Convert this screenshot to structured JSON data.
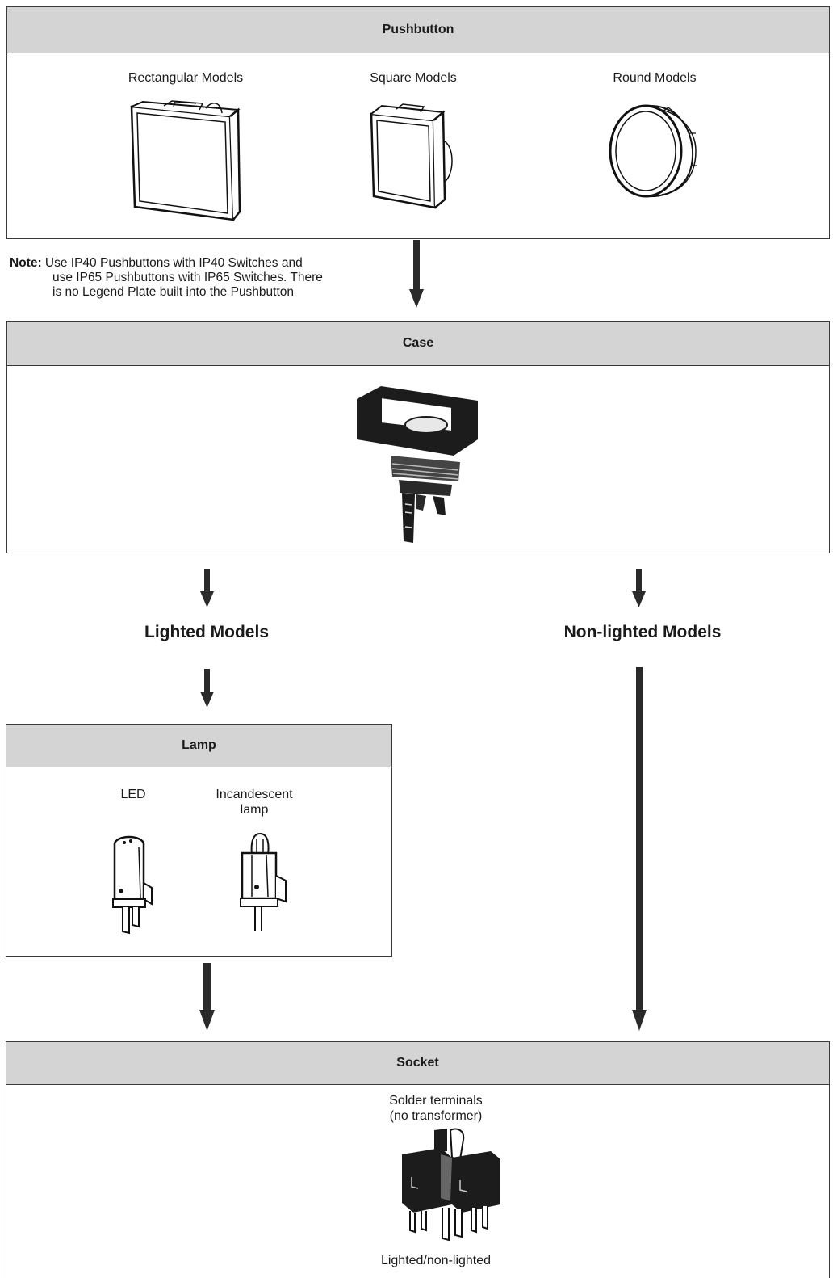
{
  "pushbutton": {
    "title": "Pushbutton",
    "models": [
      {
        "label": "Rectangular Models",
        "icon": "rectangular-pushbutton-illustration"
      },
      {
        "label": "Square Models",
        "icon": "square-pushbutton-illustration"
      },
      {
        "label": "Round Models",
        "icon": "round-pushbutton-illustration"
      }
    ]
  },
  "note": {
    "prefix": "Note:",
    "lines": [
      "Use IP40 Pushbuttons with IP40 Switches and",
      "use IP65 Pushbuttons with IP65 Switches. There",
      "is no Legend Plate built into the Pushbutton"
    ]
  },
  "case": {
    "title": "Case",
    "icon": "case-illustration"
  },
  "branches": {
    "lighted": "Lighted Models",
    "non_lighted": "Non-lighted Models"
  },
  "lamp": {
    "title": "Lamp",
    "types": [
      {
        "label": "LED",
        "icon": "led-lamp-illustration"
      },
      {
        "label": "Incandescent lamp",
        "icon": "incandescent-lamp-illustration"
      }
    ]
  },
  "socket": {
    "title": "Socket",
    "top_label": "Solder terminals (no transformer)",
    "bottom_label": "Lighted/non-lighted",
    "icon": "socket-illustration"
  },
  "colors": {
    "header_fill": "#d4d4d4",
    "border": "#3a3a3a",
    "arrow": "#2a2a2a"
  }
}
